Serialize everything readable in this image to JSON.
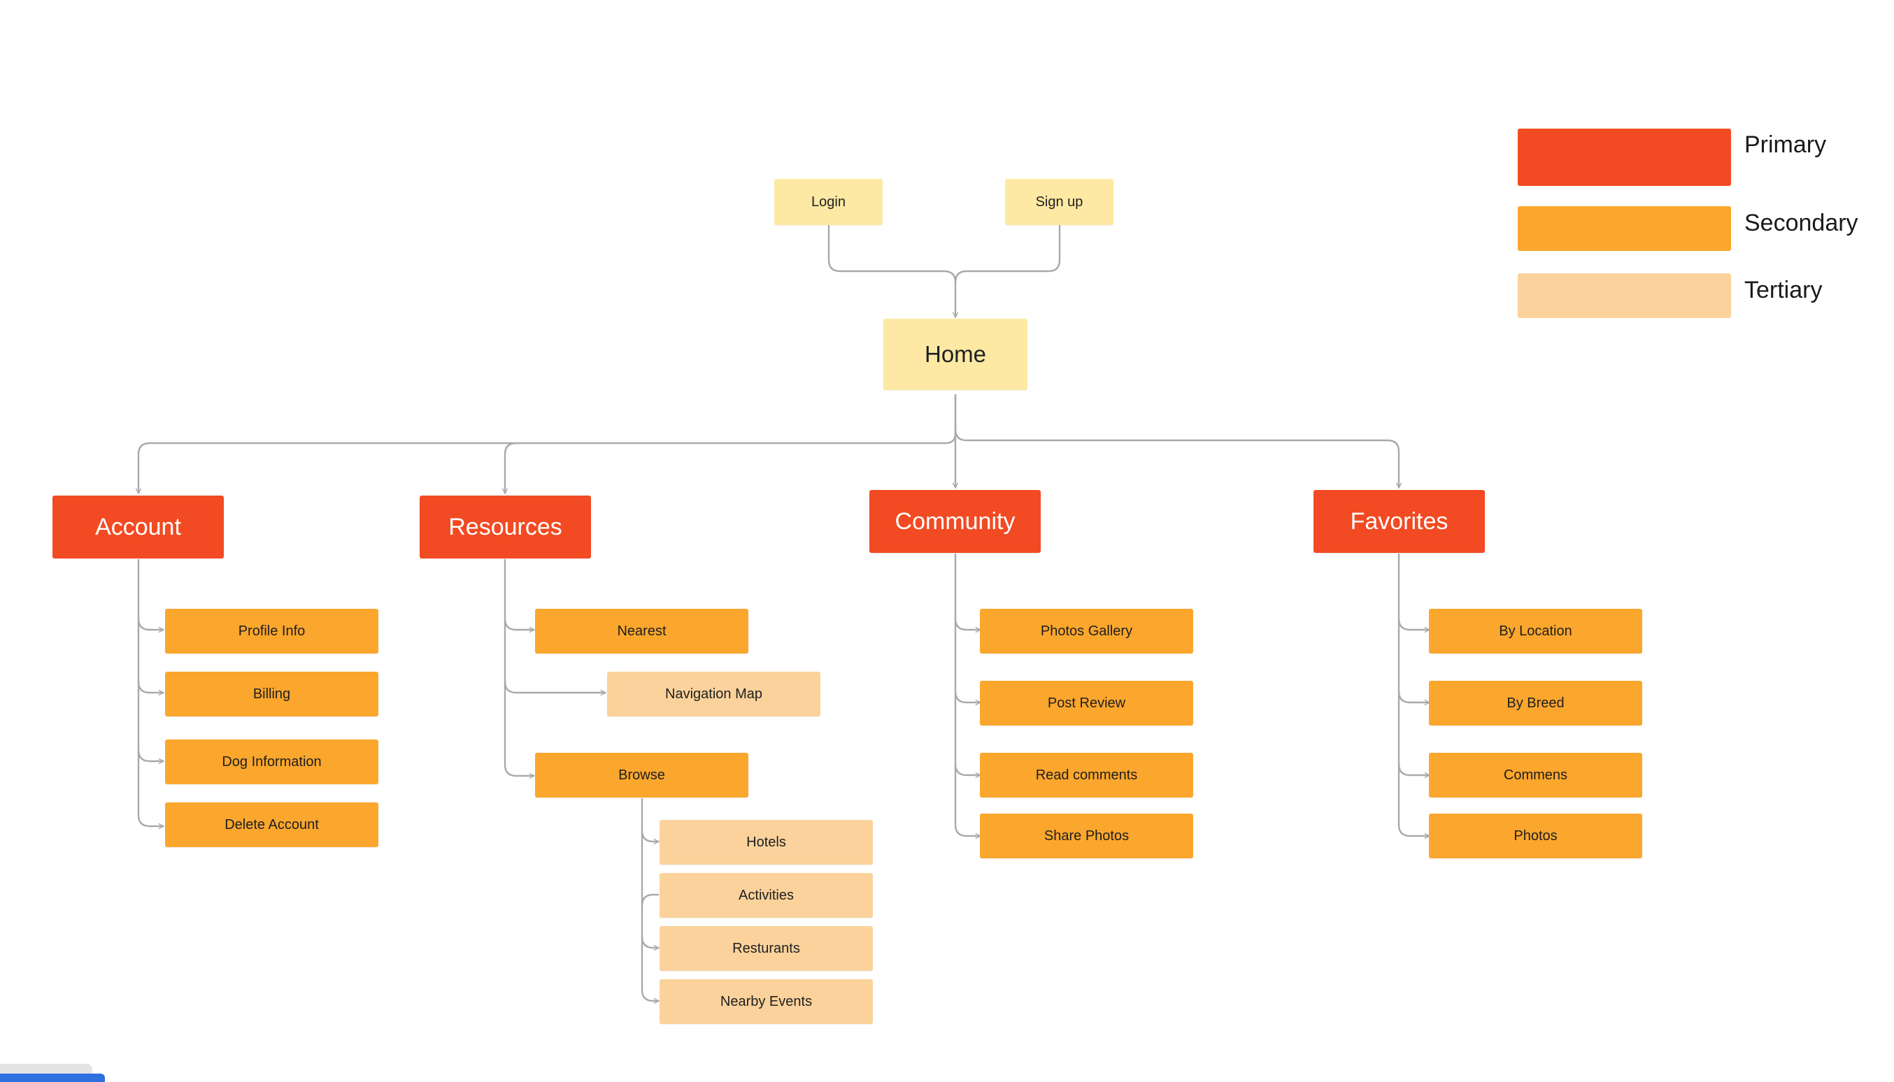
{
  "entry": {
    "login": "Login",
    "signup": "Sign up"
  },
  "home": "Home",
  "primary": {
    "account": "Account",
    "resources": "Resources",
    "community": "Community",
    "favorites": "Favorites"
  },
  "account_items": [
    "Profile Info",
    "Billing",
    "Dog Information",
    "Delete Account"
  ],
  "resources_items": {
    "nearest": "Nearest",
    "navigation_map": "Navigation Map",
    "browse": "Browse",
    "browse_items": [
      "Hotels",
      "Activities",
      "Resturants",
      "Nearby Events"
    ]
  },
  "community_items": [
    "Photos Gallery",
    "Post Review",
    "Read comments",
    "Share Photos"
  ],
  "favorites_items": [
    "By Location",
    "By Breed",
    "Commens",
    "Photos"
  ],
  "legend": {
    "primary": {
      "label": "Primary",
      "color": "#f24a22"
    },
    "secondary": {
      "label": "Secondary",
      "color": "#fba62d"
    },
    "tertiary": {
      "label": "Tertiary",
      "color": "#fbd29b"
    }
  },
  "colors": {
    "entry": "#fde9a3",
    "connector": "#a9a9a9"
  }
}
